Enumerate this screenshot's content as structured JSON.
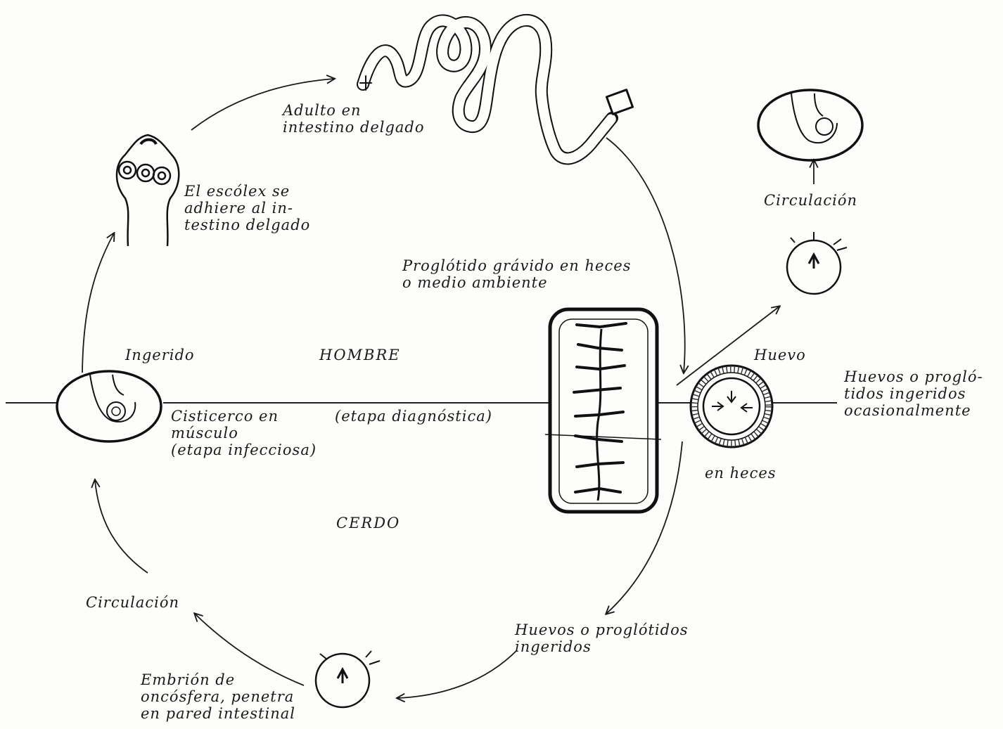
{
  "diagram": {
    "labels": {
      "adult": "Adulto en\nintestino delgado",
      "scolex": "El escólex se\nadhiere al in-\ntestino delgado",
      "proglottid": "Proglótido grávido en heces\no medio ambiente",
      "circ_top": "Circulación",
      "ingested": "Ingerido",
      "man": "HOMBRE",
      "egg": "Huevo",
      "eggs_human": "Huevos o progló-\ntidos ingeridos\nocasionalmente",
      "cysticercus": "Cisticerco en\nmúsculo\n(etapa infecciosa)",
      "diagnostic": "(etapa diagnóstica)",
      "in_feces": "en heces",
      "pig": "CERDO",
      "circ_bottom": "Circulación",
      "eggs_pig": "Huevos o proglótidos\ningeridos",
      "embryo": "Embrión de\noncósfera, penetra\nen pared intestinal"
    }
  }
}
